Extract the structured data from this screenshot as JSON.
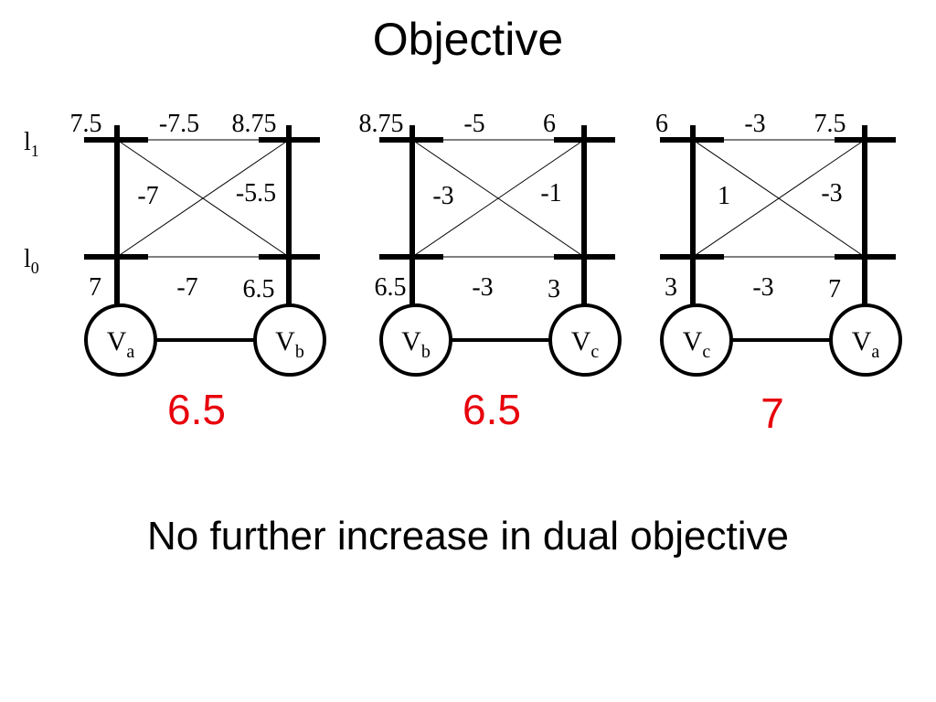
{
  "title": "Objective",
  "caption": "No further increase in dual objective",
  "colors": {
    "objective": "#e8000b",
    "ink": "#000000"
  },
  "row_labels": [
    {
      "base": "l",
      "sub": "1"
    },
    {
      "base": "l",
      "sub": "0"
    }
  ],
  "panels": [
    {
      "left_node": {
        "base": "V",
        "sub": "a"
      },
      "right_node": {
        "base": "V",
        "sub": "b"
      },
      "top_left": "7.5",
      "top_mid": "-7.5",
      "top_right": "8.75",
      "diag_left": "-7",
      "diag_right": "-5.5",
      "bot_left": "7",
      "bot_mid": "-7",
      "bot_right": "6.5",
      "objective": "6.5"
    },
    {
      "left_node": {
        "base": "V",
        "sub": "b"
      },
      "right_node": {
        "base": "V",
        "sub": "c"
      },
      "top_left": "8.75",
      "top_mid": "-5",
      "top_right": "6",
      "diag_left": "-3",
      "diag_right": "-1",
      "bot_left": "6.5",
      "bot_mid": "-3",
      "bot_right": "3",
      "objective": "6.5"
    },
    {
      "left_node": {
        "base": "V",
        "sub": "c"
      },
      "right_node": {
        "base": "V",
        "sub": "a"
      },
      "top_left": "6",
      "top_mid": "-3",
      "top_right": "7.5",
      "diag_left": "1",
      "diag_right": "-3",
      "bot_left": "3",
      "bot_mid": "-3",
      "bot_right": "7",
      "objective": "7"
    }
  ]
}
